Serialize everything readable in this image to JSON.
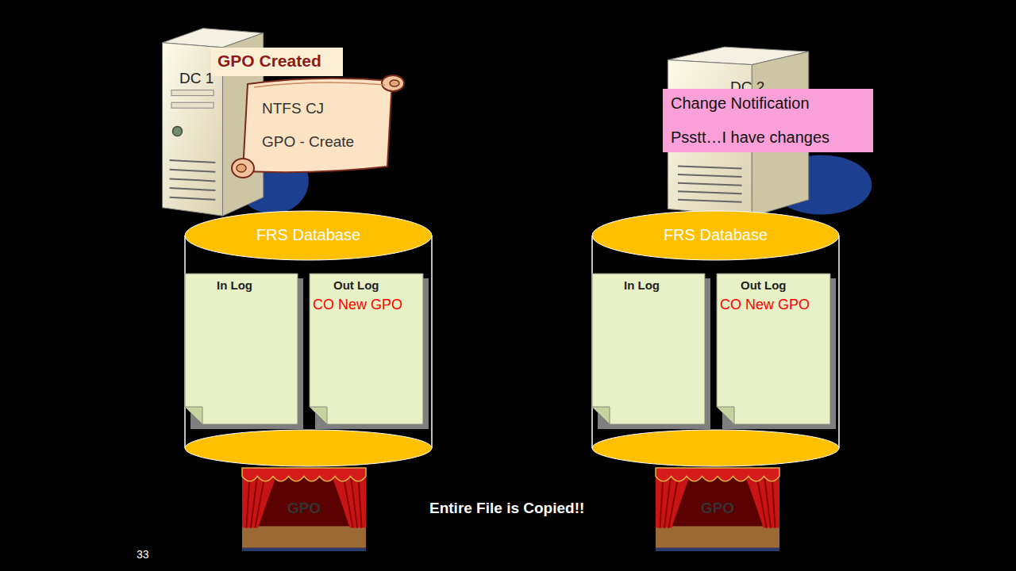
{
  "diagram": {
    "nodes": [
      {
        "text": [
          "DC 1"
        ]
      },
      {
        "text": [
          "GPO Created"
        ]
      },
      {
        "text": [
          "NTFS CJ",
          "GPO - Create"
        ]
      },
      {
        "text": [
          "DC 2"
        ]
      },
      {
        "text": [
          "Change Notification",
          "Psstt…I have changes"
        ]
      },
      {
        "text": [
          "FRS Database"
        ]
      },
      {
        "text": [
          "In Log"
        ],
        "in": 5
      },
      {
        "text": [
          "Out Log",
          "CO New GPO"
        ],
        "in": 5
      },
      {
        "text": [
          "GPO"
        ]
      },
      {
        "text": [
          "FRS Database"
        ]
      },
      {
        "text": [
          "In Log"
        ],
        "in": 9
      },
      {
        "text": [
          "Out Log",
          "CO New GPO"
        ],
        "in": 9
      },
      {
        "text": [
          "GPO"
        ]
      }
    ],
    "labels": [
      "Entire File is Copied!!",
      "33"
    ]
  }
}
